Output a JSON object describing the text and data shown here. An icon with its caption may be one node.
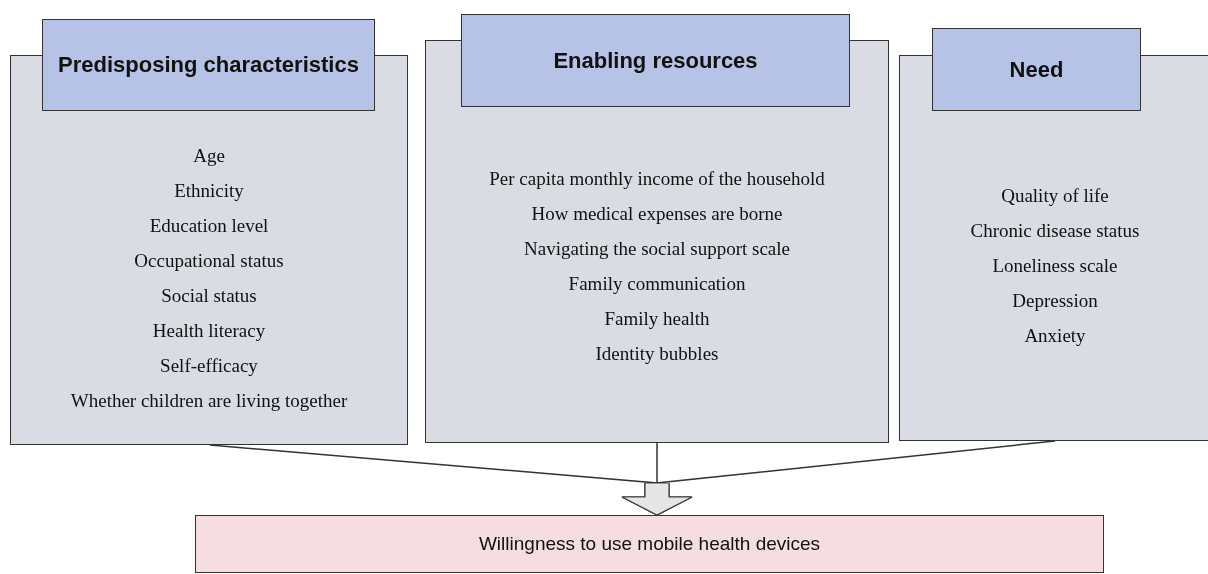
{
  "diagram": {
    "nodes": [
      {
        "text": [
          "Predisposing characteristics",
          "Age",
          "Ethnicity",
          "Education level",
          "Occupational status",
          "Social status",
          "Health literacy",
          "Self-efficacy",
          "Whether children are living together"
        ]
      },
      {
        "text": [
          "Enabling resources",
          "Per capita monthly income of the household",
          "How medical expenses are borne",
          "Navigating the social support scale",
          "Family communication",
          "Family health",
          "Identity bubbles"
        ]
      },
      {
        "text": [
          "Need",
          "Quality of life",
          "Chronic disease status",
          "Loneliness scale",
          "Depression",
          "Anxiety"
        ]
      },
      {
        "text": [
          "Willingness to use mobile health devices"
        ]
      }
    ],
    "edges": [
      {
        "from": 0,
        "to": 3,
        "arrow": "to"
      },
      {
        "from": 1,
        "to": 3,
        "arrow": "to"
      },
      {
        "from": 2,
        "to": 3,
        "arrow": "to"
      }
    ]
  }
}
